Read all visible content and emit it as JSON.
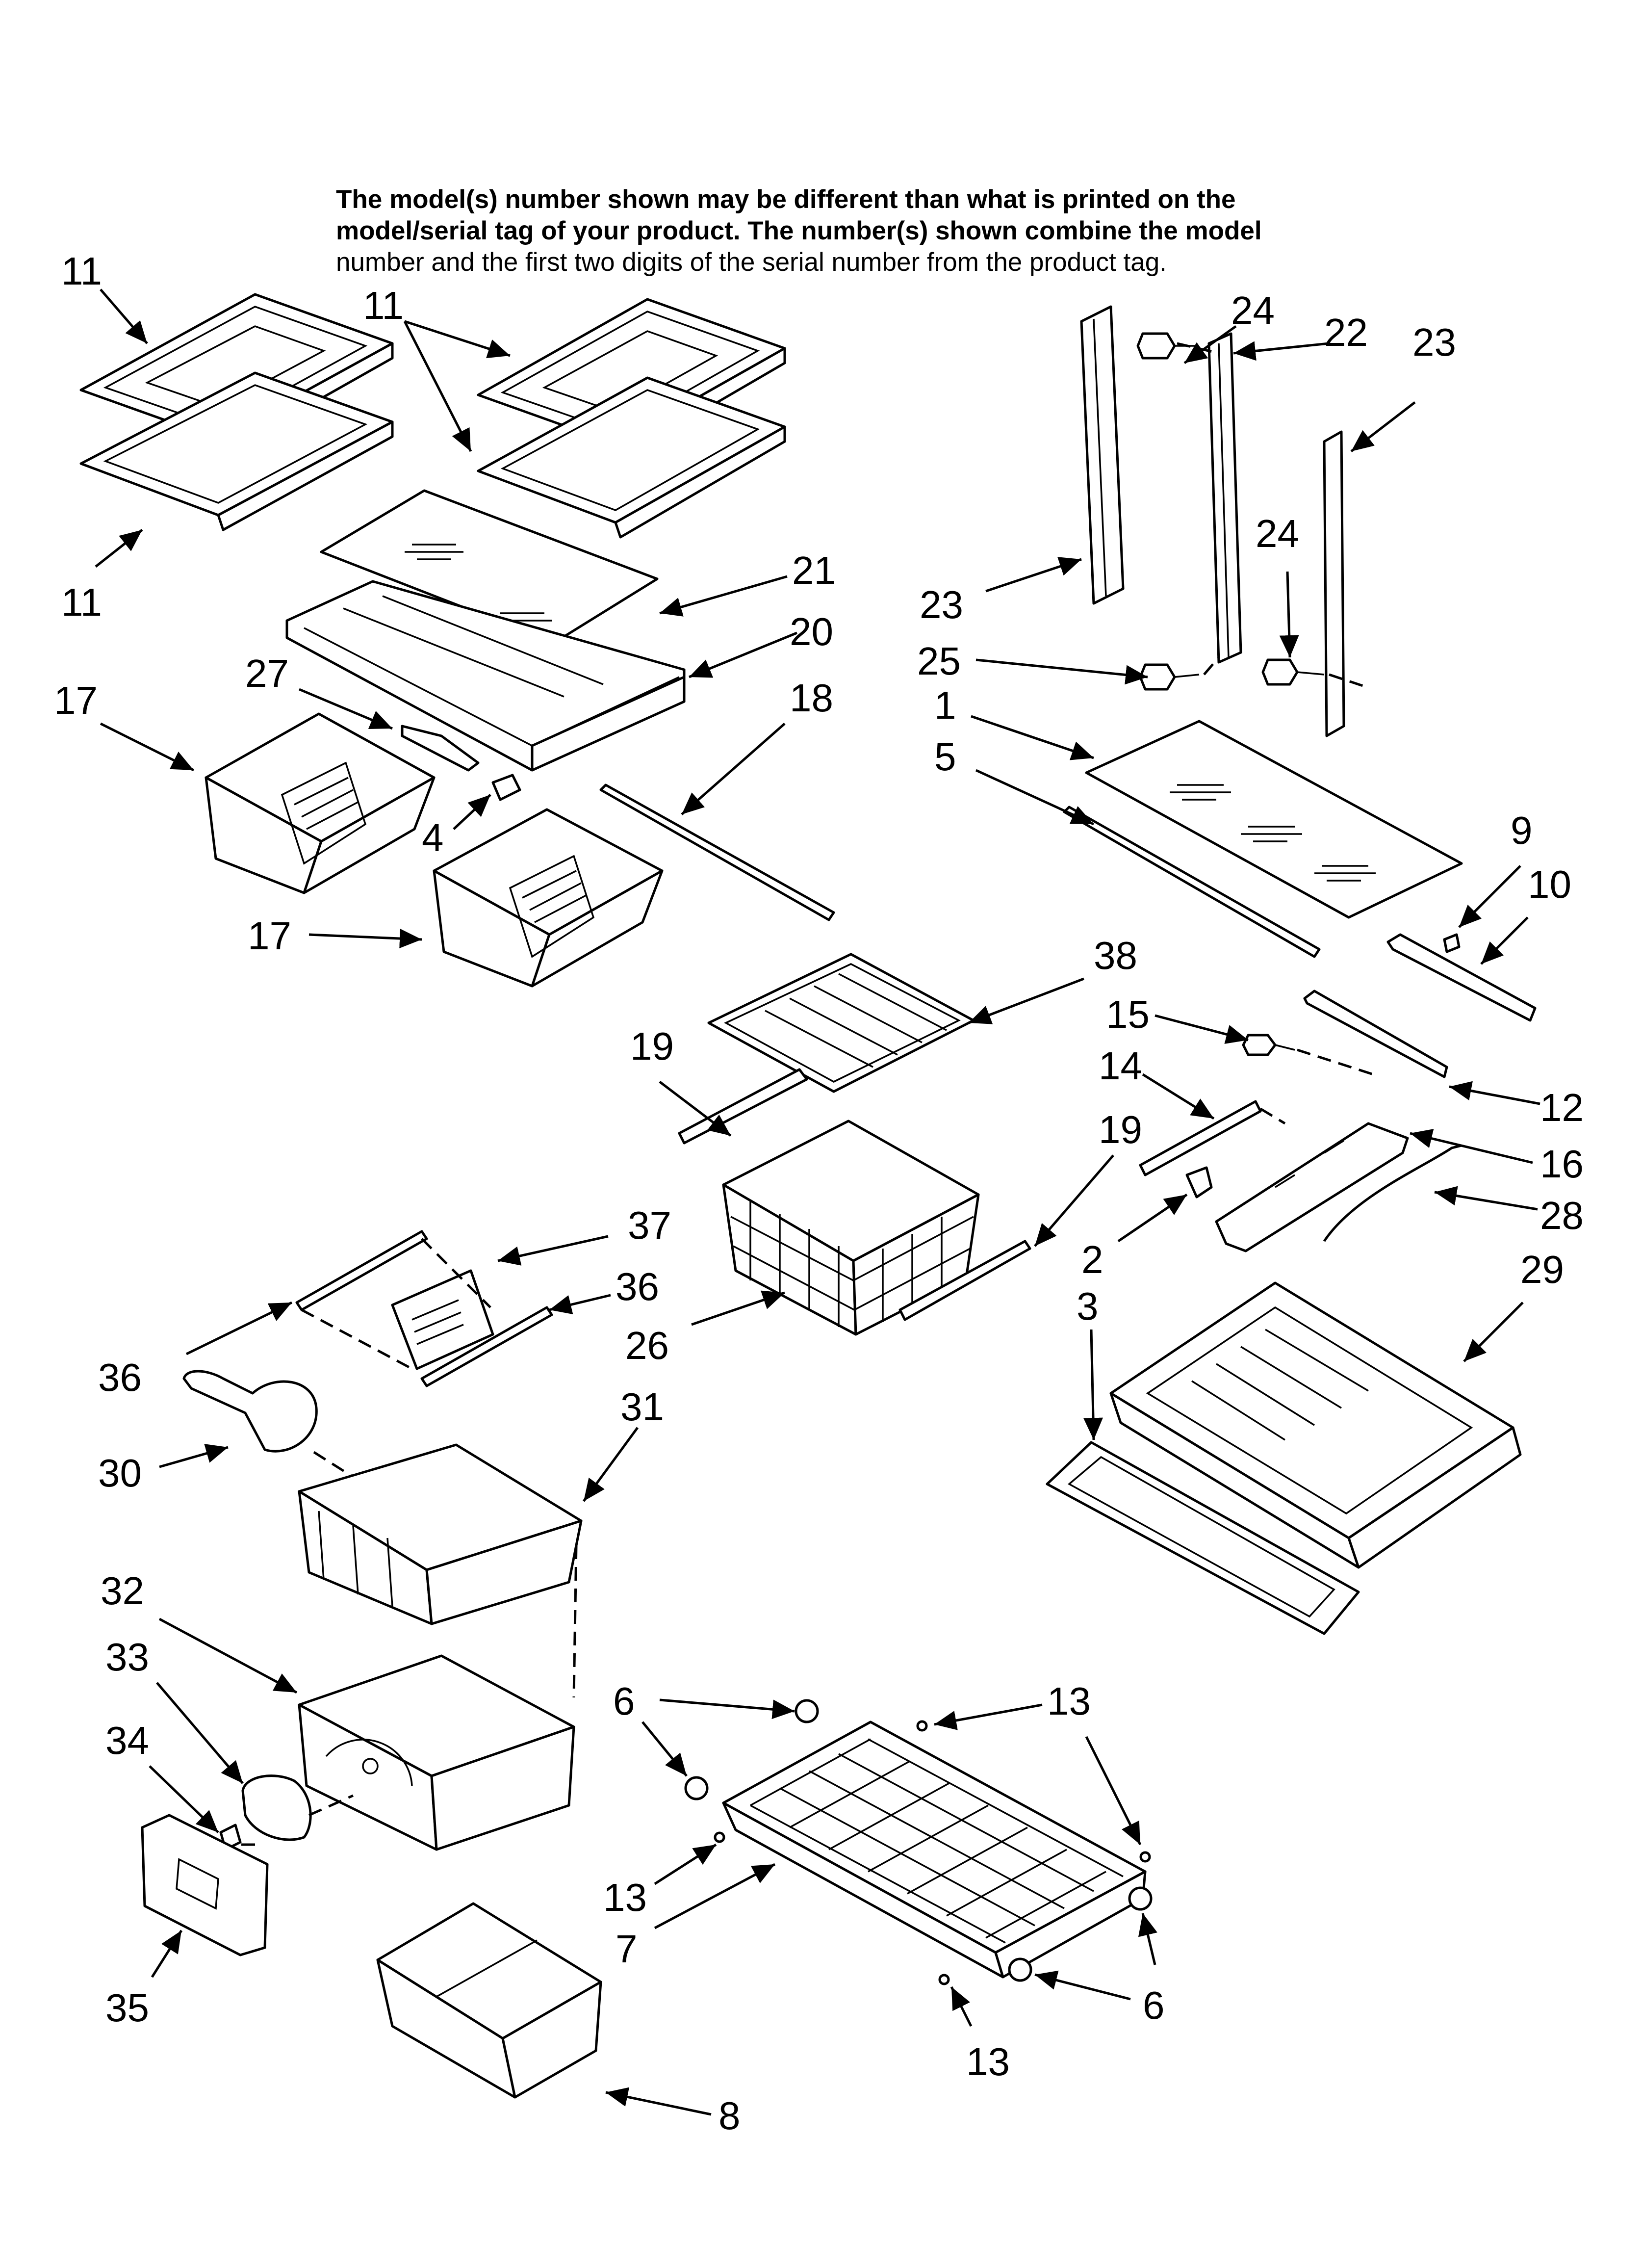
{
  "note": {
    "bold_line_1": "The model(s) number shown may be different than what is printed on the",
    "bold_line_2": "model/serial tag of your product. The number(s) shown combine the model",
    "normal_line_3": "number and the first two digits of the serial number from the product tag."
  },
  "callouts": [
    {
      "id": "c1",
      "text": "11"
    },
    {
      "id": "c2",
      "text": "11"
    },
    {
      "id": "c3",
      "text": "11"
    },
    {
      "id": "c4",
      "text": "24"
    },
    {
      "id": "c5",
      "text": "22"
    },
    {
      "id": "c6",
      "text": "23"
    },
    {
      "id": "c7",
      "text": "24"
    },
    {
      "id": "c8",
      "text": "23"
    },
    {
      "id": "c9",
      "text": "21"
    },
    {
      "id": "c10",
      "text": "20"
    },
    {
      "id": "c11",
      "text": "25"
    },
    {
      "id": "c12",
      "text": "27"
    },
    {
      "id": "c13",
      "text": "17"
    },
    {
      "id": "c14",
      "text": "18"
    },
    {
      "id": "c15",
      "text": "1"
    },
    {
      "id": "c16",
      "text": "5"
    },
    {
      "id": "c17",
      "text": "4"
    },
    {
      "id": "c18",
      "text": "9"
    },
    {
      "id": "c19",
      "text": "10"
    },
    {
      "id": "c20",
      "text": "17"
    },
    {
      "id": "c21",
      "text": "38"
    },
    {
      "id": "c22",
      "text": "15"
    },
    {
      "id": "c23",
      "text": "19"
    },
    {
      "id": "c24",
      "text": "14"
    },
    {
      "id": "c25",
      "text": "12"
    },
    {
      "id": "c26",
      "text": "19"
    },
    {
      "id": "c27",
      "text": "16"
    },
    {
      "id": "c28",
      "text": "28"
    },
    {
      "id": "c29",
      "text": "37"
    },
    {
      "id": "c30",
      "text": "2"
    },
    {
      "id": "c31",
      "text": "3"
    },
    {
      "id": "c32",
      "text": "29"
    },
    {
      "id": "c33",
      "text": "36"
    },
    {
      "id": "c34",
      "text": "36"
    },
    {
      "id": "c35",
      "text": "26"
    },
    {
      "id": "c36",
      "text": "31"
    },
    {
      "id": "c37",
      "text": "30"
    },
    {
      "id": "c38",
      "text": "32"
    },
    {
      "id": "c39",
      "text": "33"
    },
    {
      "id": "c40",
      "text": "6"
    },
    {
      "id": "c41",
      "text": "13"
    },
    {
      "id": "c42",
      "text": "34"
    },
    {
      "id": "c43",
      "text": "13"
    },
    {
      "id": "c44",
      "text": "7"
    },
    {
      "id": "c45",
      "text": "6"
    },
    {
      "id": "c46",
      "text": "35"
    },
    {
      "id": "c47",
      "text": "8"
    },
    {
      "id": "c48",
      "text": "13"
    }
  ]
}
